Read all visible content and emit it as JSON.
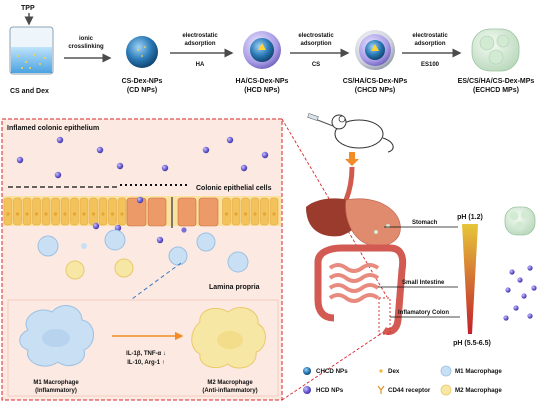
{
  "top": {
    "tpp": "TPP",
    "beaker_label": "CS and Dex",
    "step1_top": "ionic",
    "step1_bottom": "crosslinking",
    "cd_name": "CS-Dex-NPs",
    "cd_abbr": "(CD NPs)",
    "step2_top": "electrostatic",
    "step2_mid": "adsorption",
    "step2_reagent": "HA",
    "hcd_name": "HA/CS-Dex-NPs",
    "hcd_abbr": "(HCD NPs)",
    "step3_top": "electrostatic",
    "step3_mid": "adsorption",
    "step3_reagent": "CS",
    "chcd_name": "CS/HA/CS-Dex-NPs",
    "chcd_abbr": "(CHCD NPs)",
    "step4_top": "electrostatic",
    "step4_mid": "adsorption",
    "step4_reagent": "ES100",
    "echcd_name": "ES/CS/HA/CS-Dex-MPs",
    "echcd_abbr": "(ECHCD MPs)"
  },
  "panel": {
    "title": "Inflamed colonic epithelium",
    "epithelial": "Colonic epithelial cells",
    "lamina": "Lamina propria",
    "m1_name": "M1 Macrophage",
    "m1_sub": "(Inflammatory)",
    "m2_name": "M2 Macrophage",
    "m2_sub": "(Anti-inflammatory)",
    "cytokine1": "IL-1β, TNF-α ↓",
    "cytokine2": "IL-10, Arg-1 ↑"
  },
  "gut": {
    "stomach": "Stomach",
    "small_intestine": "Small Intestine",
    "colon": "Inflamatory Colon",
    "ph_top": "pH (1.2)",
    "ph_bottom": "pH (5.5-6.5)"
  },
  "legend": {
    "chcd": "CHCD NPs",
    "dex": "Dex",
    "m1": "M1 Macrophage",
    "hcd": "HCD NPs",
    "cd44": "CD44 receptor",
    "m2": "M2 Macrophage"
  },
  "colors": {
    "nanoparticle": "#7b6fd6",
    "panel_border": "#d9262b",
    "panel_fill": "#fbe9e2",
    "epithelium": "#f3c66a",
    "m1_cell": "#c9dff3",
    "m2_cell": "#f7e7a4",
    "arrow": "#4b4b4b",
    "ph_gradient_top": "#e7c63a",
    "ph_gradient_bottom": "#c2202b"
  }
}
